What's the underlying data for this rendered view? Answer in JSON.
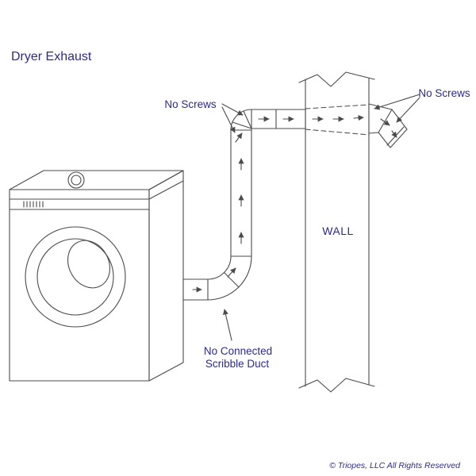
{
  "title": "Dryer Exhaust",
  "labels": {
    "no_screws_left": "No Screws",
    "no_screws_right": "No Screws",
    "wall": "WALL",
    "no_connected_duct_line1": "No Connected",
    "no_connected_duct_line2": "Scribble Duct"
  },
  "footer": {
    "copyright": "© Triopes, LLC All Rights Reserved"
  },
  "colors": {
    "line_color": "#4b4b4b",
    "text_color": "#2b2b8c",
    "background_color": "#ffffff"
  }
}
